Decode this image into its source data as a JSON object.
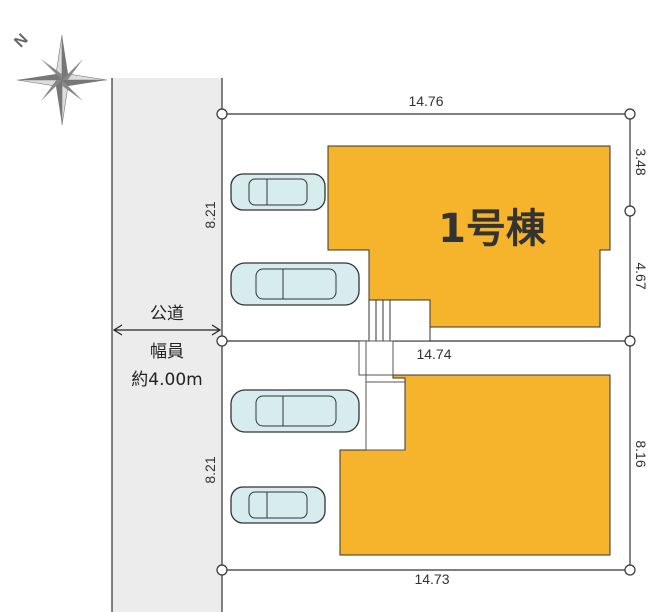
{
  "compass": {
    "north_label": "N"
  },
  "road": {
    "name": "公道",
    "width_label": "幅員",
    "width_value": "約4.00m"
  },
  "building1": {
    "label": "1号棟"
  },
  "dimensions": {
    "top": "14.76",
    "middle": "14.74",
    "bottom": "14.73",
    "right_upper": "3.48",
    "right_middle": "4.67",
    "right_lower": "8.16",
    "left_upper": "8.21",
    "left_lower": "8.21"
  },
  "colors": {
    "building": "#f6b42c",
    "road": "#ececec",
    "car": "#d6ecef"
  }
}
